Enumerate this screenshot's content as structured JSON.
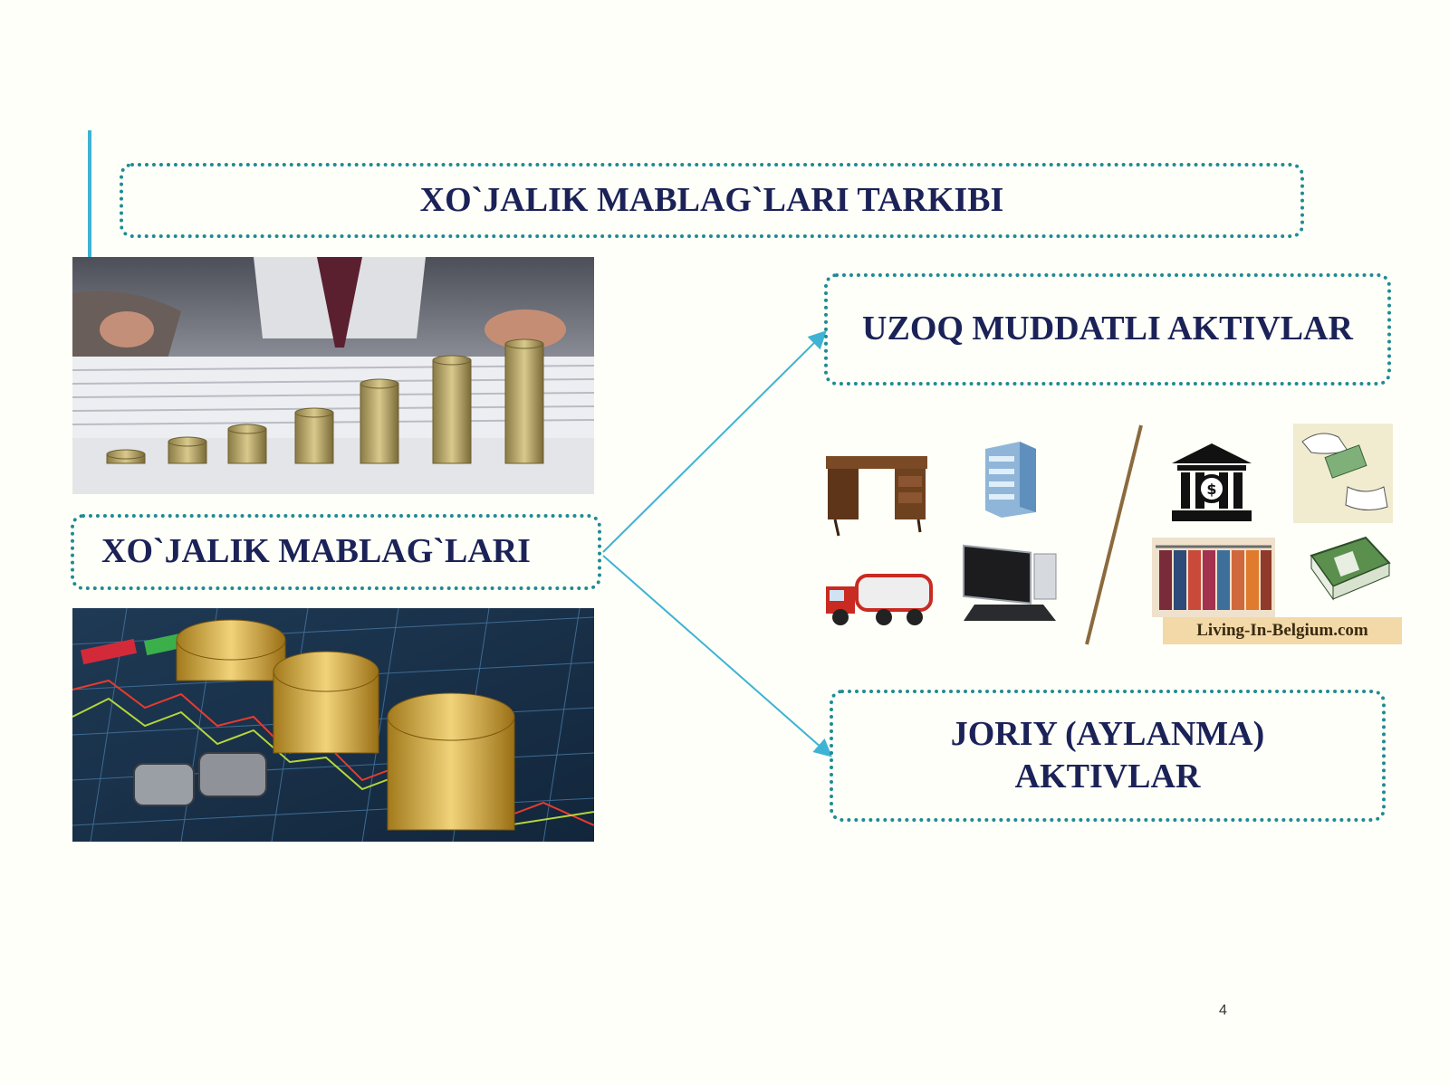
{
  "colors": {
    "title_text": "#1b2257",
    "box_border": "#1f8b93",
    "accent_line": "#3fb3d4",
    "arrow": "#3fb3d4"
  },
  "title": "XO`JALIK MABLAG`LARI TARKIBI",
  "source_node": "XO`JALIK MABLAG`LARI",
  "targets": {
    "long_term": "UZOQ MUDDATLI AKTIVLAR",
    "current_line1": "JORIY (AYLANMA)",
    "current_line2": "AKTIVLAR"
  },
  "illustration": {
    "left_group_icons": [
      "desk-icon",
      "office-building-icon",
      "truck-icon",
      "computer-icon"
    ],
    "right_group_icons": [
      "bank-icon",
      "money-exchange-icon",
      "clothing-rack-icon",
      "cash-bundle-icon"
    ],
    "watermark": "Living-In-Belgium.com"
  },
  "photos": {
    "top": "coin-stacks-with-documents-photo",
    "bottom": "coins-on-trading-board-photo"
  },
  "page_number": "4"
}
